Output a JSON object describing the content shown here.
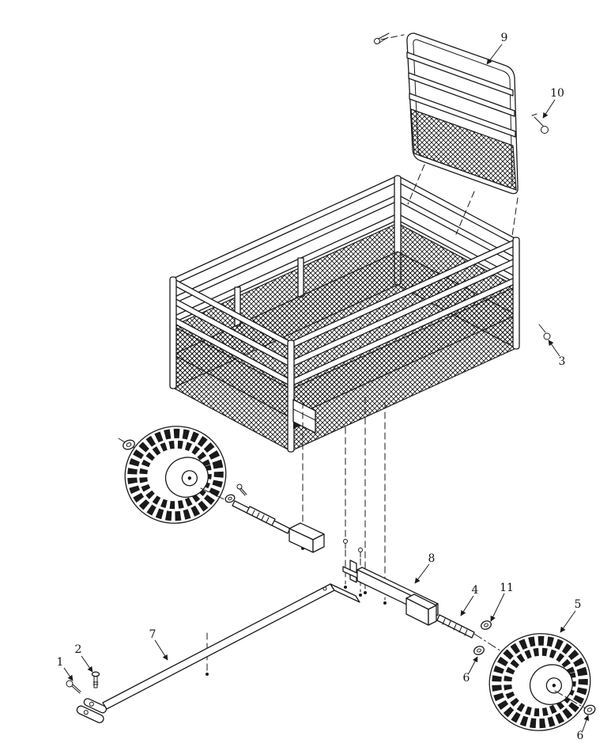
{
  "diagram": {
    "type": "exploded-parts-diagram",
    "subject": "utility trailer with mesh cargo cage, removable tailgate, wheels, axle and tongue assembly",
    "colors": {
      "line": "#1a1a1a",
      "background": "#ffffff"
    },
    "callouts": [
      {
        "label": "1"
      },
      {
        "label": "2"
      },
      {
        "label": "3"
      },
      {
        "label": "4"
      },
      {
        "label": "5"
      },
      {
        "label": "6"
      },
      {
        "label": "6"
      },
      {
        "label": "7"
      },
      {
        "label": "8"
      },
      {
        "label": "9"
      },
      {
        "label": "10"
      },
      {
        "label": "11"
      }
    ]
  }
}
